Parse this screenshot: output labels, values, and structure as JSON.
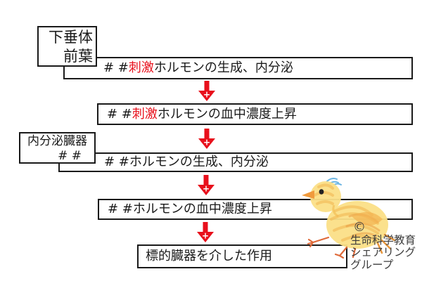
{
  "page": {
    "background": "#ffffff"
  },
  "colors": {
    "accent_red": "#e8101c",
    "box_border": "#1a1a1a",
    "text": "#1a1a1a",
    "credit_text": "#3c3c3c",
    "chick_yellow": "#fbdf87",
    "chick_orange": "#eda43e",
    "chick_blue": "#6db6e3"
  },
  "labels": {
    "pituitary": {
      "line1": "下垂体",
      "line2": "前葉"
    },
    "endocrine_organ": {
      "line1": "内分泌臓器",
      "line2": "# #"
    }
  },
  "flow": {
    "rows": [
      {
        "prefix": "# #",
        "highlight": "刺激",
        "rest": "ホルモンの生成、内分泌"
      },
      {
        "prefix": "# #",
        "highlight": "刺激",
        "rest": "ホルモンの血中濃度上昇"
      },
      {
        "prefix": "# #",
        "highlight": "",
        "rest": "ホルモンの生成、内分泌"
      },
      {
        "prefix": "# #",
        "highlight": "",
        "rest": "ホルモンの血中濃度上昇"
      },
      {
        "prefix": "",
        "highlight": "",
        "rest": "標的臓器を介した作用"
      }
    ],
    "arrow_plus_symbol": "+"
  },
  "credit": {
    "copyright": "©",
    "line1": "生命科学教育",
    "line2": "シェアリング",
    "line3": "グループ"
  }
}
